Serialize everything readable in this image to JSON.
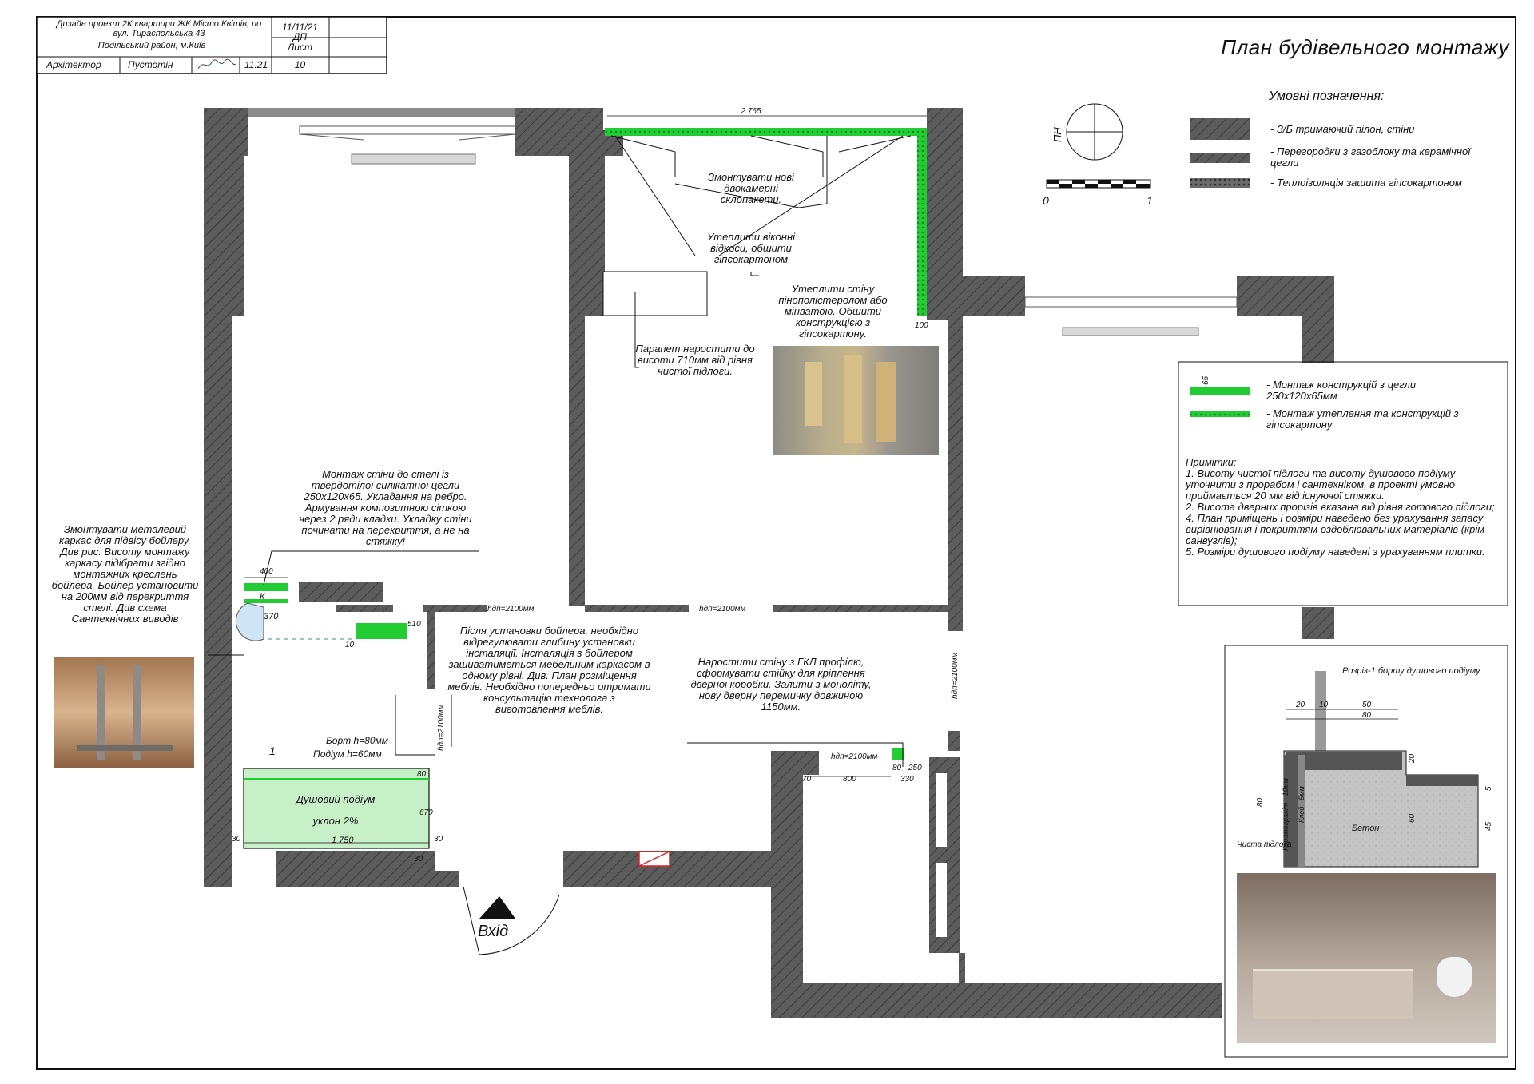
{
  "title": "План будівельного монтажу",
  "title_block": {
    "project": "Дизайн проект 2К квартири ЖК Місто Квітів, по вул. Тираспольська 43",
    "district": "Подільський район, м.Київ",
    "date_code": "11/11/21 ДП",
    "sheet_label": "Лист",
    "role": "Архітектор",
    "author": "Пустотін",
    "signature": "signature",
    "date": "11.21",
    "sheet_number": "10"
  },
  "legend": {
    "heading": "Умовні позначення:",
    "items": [
      {
        "text": "- З/Б тримаючий пілон, стіни"
      },
      {
        "text": "- Перегородки з газоблоку та керамічної цегли"
      },
      {
        "text": "- Теплоізоляція зашита гіпсокартоном"
      }
    ],
    "green_items": [
      {
        "text": "- Монтаж конструкцій з цегли 250х120х65мм"
      },
      {
        "text": "- Монтаж утеплення та конструкцій з гіпсокартону"
      }
    ],
    "green_dim": "65"
  },
  "scale": {
    "zero": "0",
    "one": "1"
  },
  "compass": {
    "label": "ПН"
  },
  "notes": {
    "heading": "Примітки:",
    "lines": [
      "1. Висоту чистої підлоги та висоту душового подіуму уточнити з прорабом і сантехніком, в проекті умовно приймається 20 мм від існуючої стяжки.",
      "2. Висота дверних прорізів вказана від рівня готового підлоги;",
      "4. План приміщень і розміри наведено без урахування запасу вирівнювання і покриттям оздоблювальних матеріалів (крім санвузлів);",
      "5. Розміри душового подіуму наведені з урахуванням плитки."
    ]
  },
  "annotations": {
    "windows": "Змонтувати нові двокамерні склопакети.",
    "window_slopes": "Утеплити віконні відкоси, обшити гіпсокартоном",
    "insulate_wall": "Утеплити стіну пінополістеролом або мінватою. Обшити конструкцією з гіпсокартону.",
    "parapet": "Парапет наростити до висоти 710мм від рівня чистої підлоги.",
    "wall_to_ceiling": "Монтаж стіни до стелі із твердотілої силікатної цегли 250х120х65. Укладання на ребро. Армування композитною сіткою через 2 ряди кладки. Укладку стіни починати на перекриття, а не на стяжку!",
    "boiler_frame": "Змонтувати металевий каркас для підвісу бойлеру. Див рис. Висоту монтажу каркасу підібрати згідно монтажних креслень бойлера. Бойлер установити на 200мм від перекриття стелі. Див схема Сантехнічних виводів",
    "after_boiler": "Після установки бойлера, необхідно відрегулювати глибину установки інсталяції. Інсталяція з бойлером зашиватиметься мебельним каркасом в одному рівні. Див. План розміщення меблів. Необхідно попередньо отримати конcультацію технолога з виготовлення меблів.",
    "gkl_wall": "Наростити стіну з ГКЛ профілю, сформувати стійку для кріплення дверної коробки. Залити з моноліту, нову дверну перемичку довжиною 1150мм.",
    "border": "Борт h=80мм",
    "podium": "Подіум h=60мм",
    "shower_podium": "Душовий подіум",
    "slope": "уклон 2%",
    "entrance": "Вхід"
  },
  "dimensions": {
    "window_width": "2 765",
    "d400": "400",
    "d370": "370",
    "d510": "510",
    "d10": "10",
    "d1750": "1 750",
    "d670": "670",
    "d80": "80",
    "d30a": "30",
    "d30b": "30",
    "d30c": "30",
    "d800": "800",
    "d70": "70",
    "d250": "250",
    "d330": "330",
    "d100": "100",
    "d80b": "80",
    "pod1": "1",
    "marker_k": "К",
    "h2100a": "hдп=2100мм",
    "h2100b": "hдп=2100мм",
    "h2100c": "hдп=2100мм",
    "h2100d": "hдп=2100мм",
    "h2100e": "hдп=2100мм"
  },
  "section": {
    "title": "Розріз-1 борту душового подіуму",
    "d20": "20",
    "d10": "10",
    "d50": "50",
    "d80": "80",
    "d20b": "20",
    "d5": "5",
    "d80v": "80",
    "d60": "60",
    "d45": "45",
    "tile": "Керамограніт - 10мм",
    "glue": "Клей - 5мм",
    "concrete": "Бетон",
    "clean_floor": "Чиста підлога"
  },
  "photos": [
    {
      "id": "insulation-photo"
    },
    {
      "id": "boiler-frame-photo"
    },
    {
      "id": "shower-photo"
    }
  ],
  "colors": {
    "wall": "#5a5a5a",
    "green": "#22cc33",
    "podium": "#c8f0c8"
  }
}
